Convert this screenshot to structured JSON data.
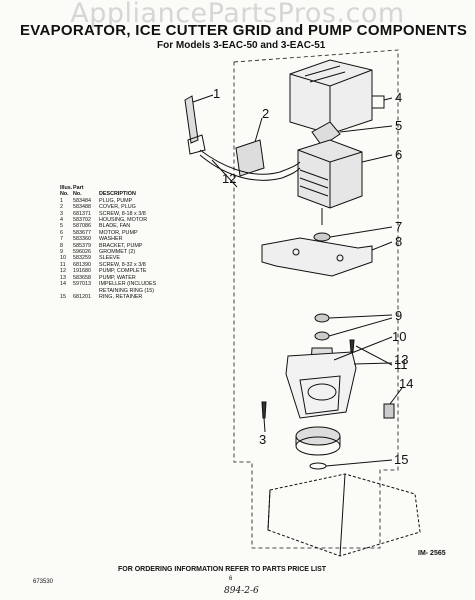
{
  "watermark": "AppliancePartsPros.com",
  "title": "EVAPORATOR, ICE CUTTER GRID and PUMP COMPONENTS",
  "subtitle": "For Models 3-EAC-50 and 3-EAC-51",
  "parts_header": {
    "illus": "Illus.",
    "no": "No.",
    "part": "Part",
    "part_no": "No.",
    "description": "DESCRIPTION"
  },
  "parts": [
    {
      "illus": "1",
      "part": "583484",
      "desc": "PLUG, PUMP"
    },
    {
      "illus": "2",
      "part": "583488",
      "desc": "COVER, PLUG"
    },
    {
      "illus": "3",
      "part": "681371",
      "desc": "SCREW, 8-18 x 3/8"
    },
    {
      "illus": "4",
      "part": "583702",
      "desc": "HOUSING, MOTOR"
    },
    {
      "illus": "5",
      "part": "587086",
      "desc": "BLADE, FAN"
    },
    {
      "illus": "6",
      "part": "583677",
      "desc": "MOTOR, PUMP"
    },
    {
      "illus": "7",
      "part": "583360",
      "desc": "WASHER"
    },
    {
      "illus": "8",
      "part": "585379",
      "desc": "BRACKET, PUMP"
    },
    {
      "illus": "9",
      "part": "596026",
      "desc": "GROMMET (2)"
    },
    {
      "illus": "10",
      "part": "583259",
      "desc": "SLEEVE"
    },
    {
      "illus": "11",
      "part": "681390",
      "desc": "SCREW, 8-32 x 3/8"
    },
    {
      "illus": "12",
      "part": "191680",
      "desc": "PUMP, COMPLETE"
    },
    {
      "illus": "13",
      "part": "583658",
      "desc": "PUMP, WATER"
    },
    {
      "illus": "14",
      "part": "597013",
      "desc": "IMPELLER (INCLUDES"
    },
    {
      "illus": "",
      "part": "",
      "desc": "RETAINING RING (15)"
    },
    {
      "illus": "15",
      "part": "681201",
      "desc": "RING, RETAINER"
    }
  ],
  "callouts": [
    "1",
    "2",
    "3",
    "4",
    "5",
    "6",
    "7",
    "8",
    "9",
    "10",
    "11",
    "12",
    "13",
    "14",
    "15"
  ],
  "image_ref": "IM- 2565",
  "footer": "FOR ORDERING INFORMATION REFER TO PARTS PRICE LIST",
  "doc_number": "673530",
  "page_number": "6",
  "handwritten": "894-2-6"
}
